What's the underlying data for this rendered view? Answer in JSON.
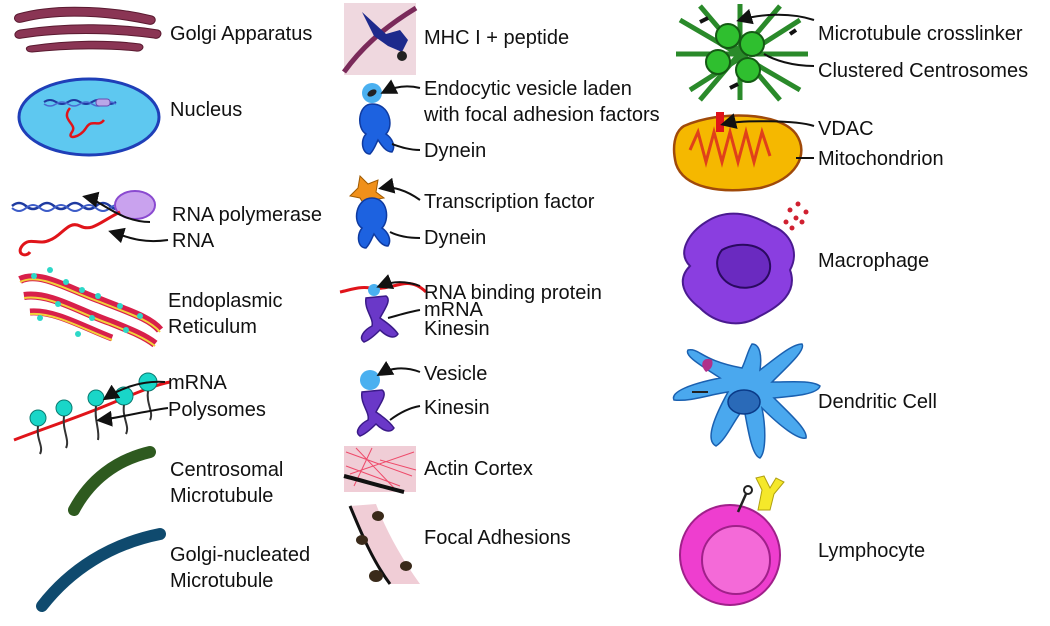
{
  "legend": {
    "golgi_apparatus": "Golgi Apparatus",
    "nucleus": "Nucleus",
    "rna_polymerase": "RNA polymerase",
    "rna": "RNA",
    "er_line1": "Endoplasmic",
    "er_line2": "Reticulum",
    "mrna_polysome": "mRNA",
    "polysomes": "Polysomes",
    "centrosomal_mt_line1": "Centrosomal",
    "centrosomal_mt_line2": "Microtubule",
    "golgi_mt_line1": "Golgi-nucleated",
    "golgi_mt_line2": "Microtubule",
    "mhc": "MHC I + peptide",
    "endocytic_line1": "Endocytic vesicle laden",
    "endocytic_line2": "with focal adhesion factors",
    "dynein_1": "Dynein",
    "transcription_factor": "Transcription factor",
    "dynein_2": "Dynein",
    "rna_binding_protein": "RNA binding protein",
    "mrna_kinesin": "mRNA",
    "kinesin_1": "Kinesin",
    "vesicle": "Vesicle",
    "kinesin_2": "Kinesin",
    "actin_cortex": "Actin Cortex",
    "focal_adhesions": "Focal Adhesions",
    "mt_crosslinker": "Microtubule crosslinker",
    "clustered_centrosomes": "Clustered Centrosomes",
    "vdac": "VDAC",
    "mitochondrion": "Mitochondrion",
    "macrophage": "Macrophage",
    "dendritic_cell": "Dendritic Cell",
    "lymphocyte": "Lymphocyte"
  },
  "icons": [
    "golgi-icon",
    "nucleus-icon",
    "rna-polymerase-icon",
    "er-icon",
    "polysome-icon",
    "centrosomal-microtubule-icon",
    "golgi-microtubule-icon",
    "mhc-icon",
    "endocytic-vesicle-icon",
    "transcription-factor-icon",
    "rna-binding-kinesin-icon",
    "vesicle-kinesin-icon",
    "actin-cortex-icon",
    "focal-adhesion-icon",
    "centrosome-cluster-icon",
    "mitochondrion-icon",
    "macrophage-icon",
    "dendritic-cell-icon",
    "lymphocyte-icon"
  ],
  "colors": {
    "golgi": "#7a2a45",
    "nucleus_fill": "#5ec8f0",
    "nucleus_edge": "#1f3fb8",
    "rna": "#e0141a",
    "er": "#d8204a",
    "ribosome": "#19d6c8",
    "centrosomal_mt": "#2e5a1f",
    "golgi_mt": "#0f4a6e",
    "dynein": "#1d62e0",
    "kinesin": "#6a38c8",
    "crosslinker_green": "#2a8a2a",
    "mito_fill": "#f5b800",
    "macrophage": "#8a3ee0",
    "dendritic": "#4aa8ee",
    "lymphocyte": "#ee3ecf"
  }
}
